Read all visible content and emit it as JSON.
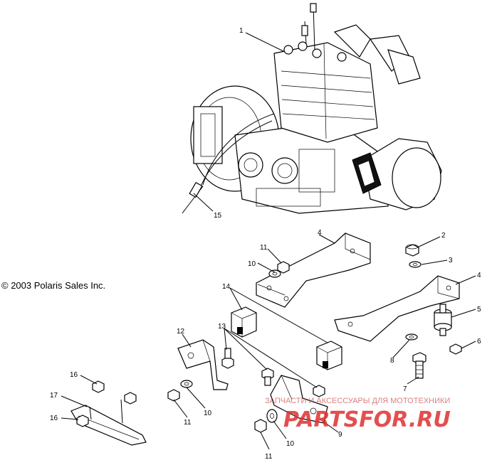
{
  "copyright": "© 2003 Polaris Sales Inc.",
  "watermark": {
    "small_text": "ЗАПЧАСТИ И АКСЕССУАРЫ ДЛЯ МОТОТЕХНИКИ",
    "logo_text": "PARTSFOR.RU",
    "color": "#e03030"
  },
  "callouts": {
    "c1": "1",
    "c2": "2",
    "c3": "3",
    "c4a": "4",
    "c4b": "4",
    "c5": "5",
    "c6": "6",
    "c7": "7",
    "c8": "8",
    "c9": "9",
    "c10a": "10",
    "c10b": "10",
    "c10c": "10",
    "c11a": "11",
    "c11b": "11",
    "c11c": "11",
    "c12": "12",
    "c13": "13",
    "c14": "14",
    "c15": "15",
    "c16a": "16",
    "c16b": "16",
    "c17": "17"
  }
}
